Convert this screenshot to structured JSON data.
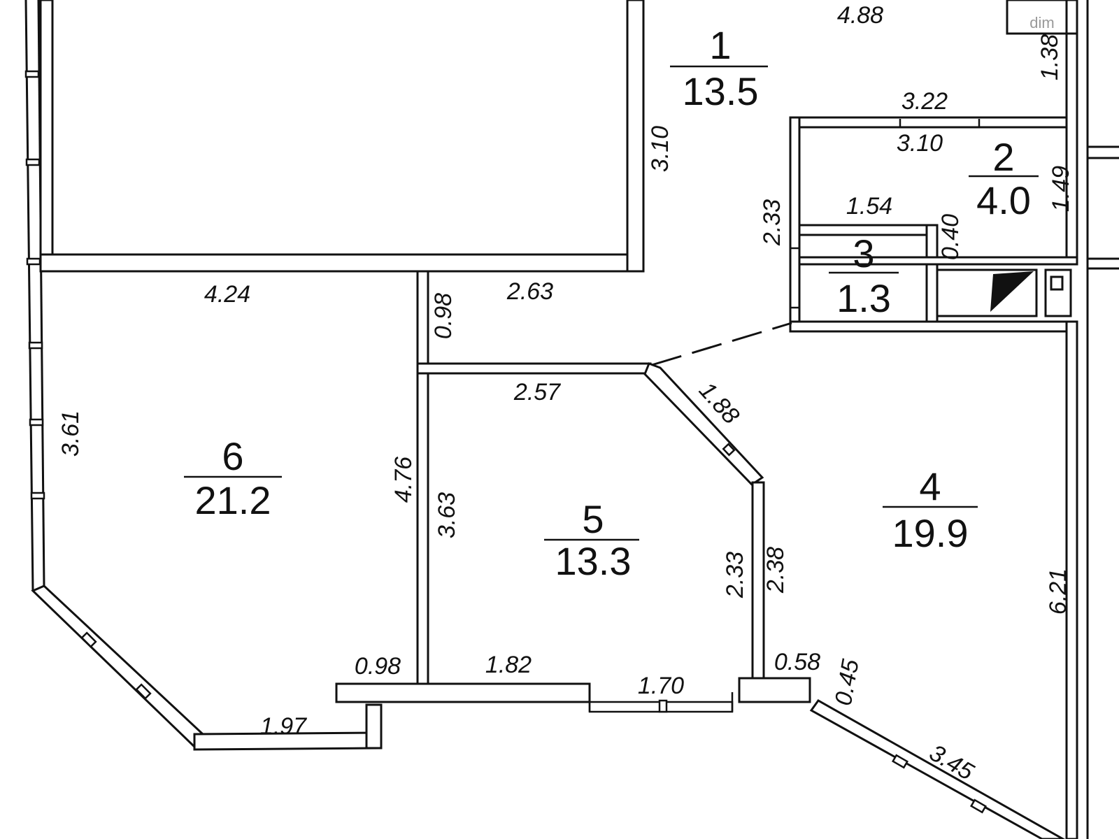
{
  "watermark": "dim",
  "rooms": [
    {
      "id": "1",
      "number": "1",
      "area": "13.5"
    },
    {
      "id": "2",
      "number": "2",
      "area": "4.0"
    },
    {
      "id": "3",
      "number": "3",
      "area": "1.3"
    },
    {
      "id": "4",
      "number": "4",
      "area": "19.9"
    },
    {
      "id": "5",
      "number": "5",
      "area": "13.3"
    },
    {
      "id": "6",
      "number": "6",
      "area": "21.2"
    }
  ],
  "dimensions": {
    "d488": "4.88",
    "d138": "1.38",
    "d310_top": "3.10",
    "d322": "3.22",
    "d310_r2": "3.10",
    "d149": "1.49",
    "d233_r2": "2.33",
    "d154": "1.54",
    "d040": "0.40",
    "d424": "4.24",
    "d263": "2.63",
    "d098_top": "0.98",
    "d361": "3.61",
    "d476": "4.76",
    "d257": "2.57",
    "d188": "1.88",
    "d363": "3.63",
    "d233_r5": "2.33",
    "d238": "2.38",
    "d621": "6.21",
    "d098_bot": "0.98",
    "d182": "1.82",
    "d170": "1.70",
    "d058": "0.58",
    "d045": "0.45",
    "d197": "1.97",
    "d345": "3.45"
  }
}
